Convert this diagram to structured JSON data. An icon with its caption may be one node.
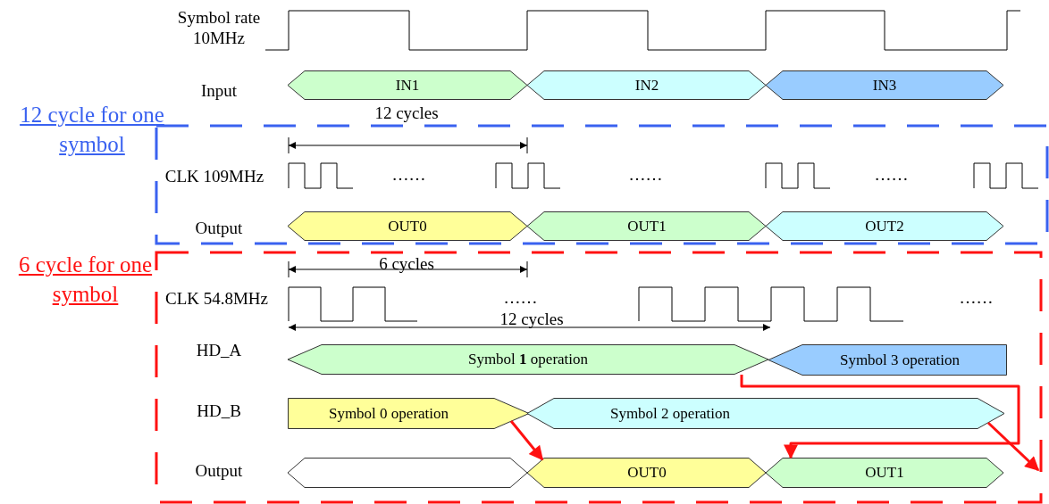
{
  "diagram": {
    "nodes": [
      {
        "text": [
          "IN1"
        ]
      },
      {
        "text": [
          "IN2"
        ]
      },
      {
        "text": [
          "IN3"
        ]
      },
      {
        "text": [
          "12 cycle for one symbol"
        ]
      },
      {
        "text": [
          "OUT0"
        ],
        "in": 3
      },
      {
        "text": [
          "OUT1"
        ],
        "in": 3
      },
      {
        "text": [
          "OUT2"
        ],
        "in": 3
      },
      {
        "text": [
          "6 cycle for one symbol"
        ]
      },
      {
        "text": [
          "Symbol **1** operation"
        ],
        "in": 7
      },
      {
        "text": [
          "Symbol 3 operation"
        ],
        "in": 7
      },
      {
        "text": [
          "Symbol 0 operation"
        ],
        "in": 7
      },
      {
        "text": [
          "Symbol 2 operation"
        ],
        "in": 7
      },
      {
        "text": [],
        "shape": "hexagon",
        "in": 7
      },
      {
        "text": [
          "OUT0"
        ],
        "in": 7
      },
      {
        "text": [
          "OUT1"
        ],
        "in": 7
      }
    ],
    "edges": [
      {
        "from": 10,
        "to": 13,
        "arrow": "to"
      },
      {
        "from": 8,
        "to": 14,
        "arrow": "to"
      },
      {
        "from": 11,
        "to": null,
        "arrow": "to"
      }
    ],
    "labels": [
      "Symbol rate 10MHz",
      "Input",
      "12 cycles",
      "CLK 109MHz",
      "……",
      "……",
      "……",
      "Output",
      "6 cycles",
      "CLK 54.8MHz",
      "……",
      "……",
      "12 cycles",
      "HD_A",
      "HD_B",
      "Output"
    ]
  }
}
